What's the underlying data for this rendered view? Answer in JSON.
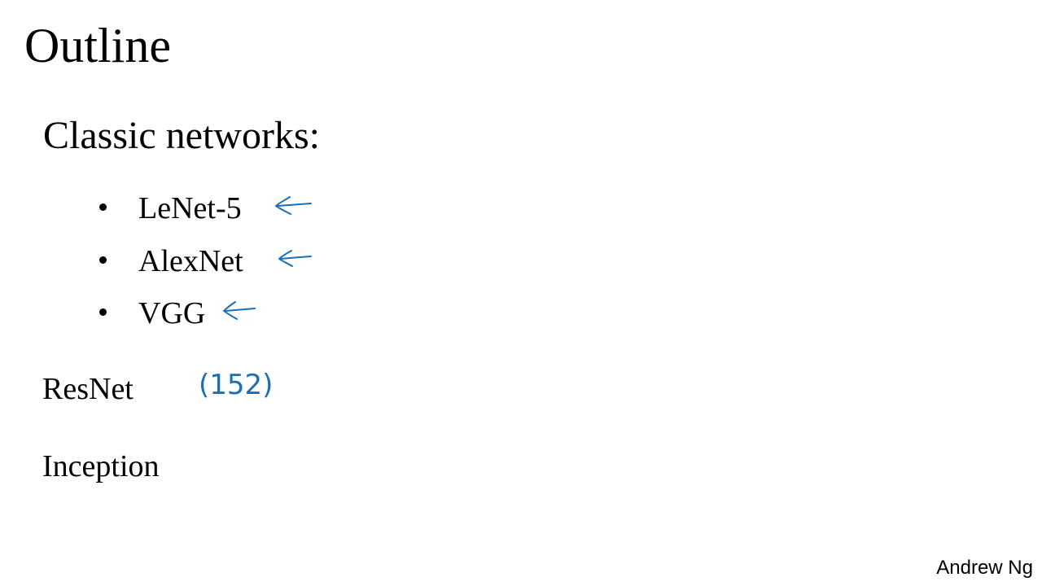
{
  "slide": {
    "title": "Outline",
    "section_heading": "Classic networks:",
    "bullets": [
      {
        "label": "LeNet-5",
        "annotation": "left-arrow-icon"
      },
      {
        "label": "AlexNet",
        "annotation": "left-arrow-icon"
      },
      {
        "label": "VGG",
        "annotation": "left-arrow-icon"
      }
    ],
    "items": [
      {
        "label": "ResNet",
        "handwritten_note": "(152)"
      },
      {
        "label": "Inception"
      }
    ],
    "attribution": "Andrew Ng"
  },
  "colors": {
    "ink": "#1a6fb5",
    "text": "#000000",
    "background": "#ffffff"
  }
}
